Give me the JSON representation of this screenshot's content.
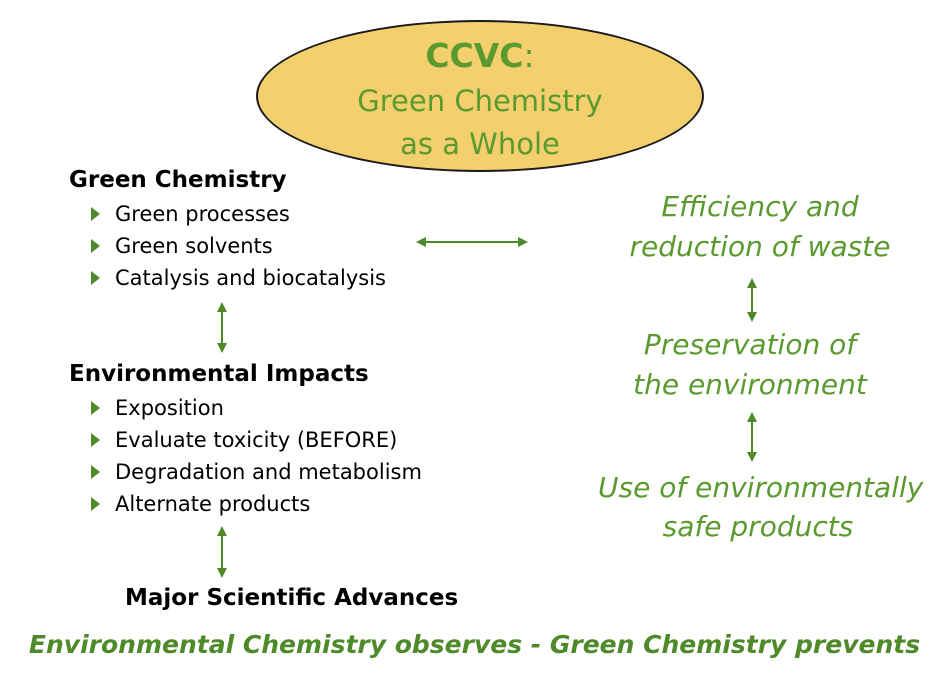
{
  "header": {
    "abbrev": "CCVC",
    "colon": ":",
    "line2": "Green Chemistry",
    "line3": "as a Whole"
  },
  "green_chemistry": {
    "heading": "Green Chemistry",
    "items": [
      "Green processes",
      "Green solvents",
      "Catalysis and biocatalysis"
    ]
  },
  "environmental_impacts": {
    "heading": "Environmental Impacts",
    "items": [
      "Exposition",
      "Evaluate toxicity (BEFORE)",
      "Degradation and metabolism",
      "Alternate products"
    ]
  },
  "advances": {
    "heading": "Major Scientific Advances"
  },
  "right_column": {
    "efficiency": {
      "line1": "Efficiency and",
      "line2": "reduction of waste"
    },
    "preservation": {
      "line1": "Preservation of",
      "line2": "the environment"
    },
    "safe_products": {
      "line1": "Use of environmentally",
      "line2": "safe products"
    }
  },
  "footer": {
    "text": "Environmental Chemistry observes - Green Chemistry prevents"
  },
  "colors": {
    "ellipse_fill": "#f3cf6e",
    "accent_green": "#5a9a2e",
    "arrow_green": "#4e8a2a"
  },
  "icons": {
    "bullet": "triangle-right-icon",
    "arrow": "double-arrow-icon"
  }
}
